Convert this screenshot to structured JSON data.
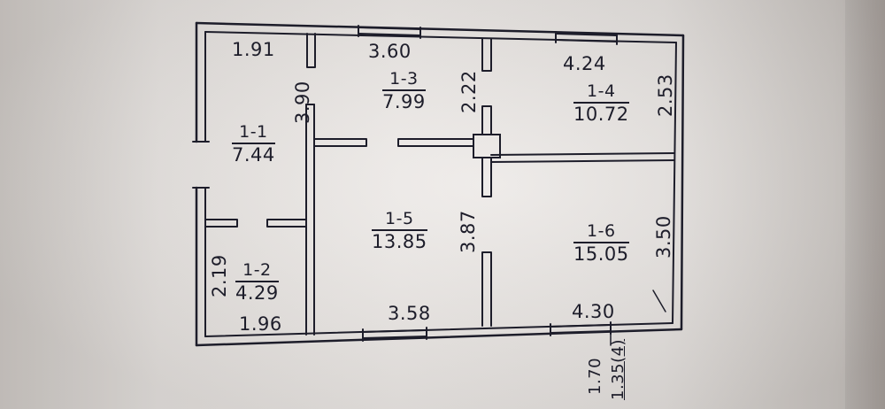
{
  "colors": {
    "ink": "#1d1d2a",
    "paper": "#e6e2df"
  },
  "rooms": [
    {
      "id": "1-1",
      "area": "7.44"
    },
    {
      "id": "1-2",
      "area": "4.29"
    },
    {
      "id": "1-3",
      "area": "7.99"
    },
    {
      "id": "1-4",
      "area": "10.72"
    },
    {
      "id": "1-5",
      "area": "13.85"
    },
    {
      "id": "1-6",
      "area": "15.05"
    }
  ],
  "dimensions": {
    "d_1_91": "1.91",
    "d_3_60": "3.60",
    "d_4_24": "4.24",
    "d_3_90": "3.90",
    "d_2_22": "2.22",
    "d_2_53": "2.53",
    "d_3_87": "3.87",
    "d_3_50": "3.50",
    "d_2_19": "2.19",
    "d_1_96": "1.96",
    "d_3_58": "3.58",
    "d_4_30": "4.30"
  },
  "height_note": {
    "line1": "1.70",
    "line2": "1.35(4)"
  }
}
